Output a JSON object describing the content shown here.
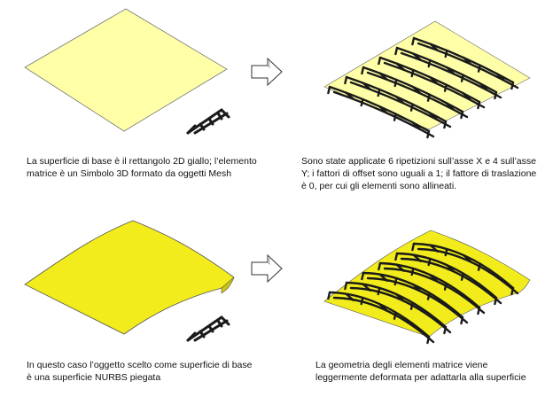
{
  "colors": {
    "flat_surface": "#ffffa8",
    "curved_surface": "#f2ec1c",
    "truss": "#1a1a1a",
    "arrow_stroke": "#333333"
  },
  "captions": {
    "top_left": [
      "La superficie di base è il rettangolo 2D giallo; l’elemento",
      "matrice è un Simbolo 3D formato da oggetti Mesh"
    ],
    "top_right": [
      "Sono state applicate 6 ripetizioni sull’asse X e 4 sull’asse",
      "Y; i fattori di offset sono uguali a 1; il fattore di traslazione",
      "è 0, per cui gli elementi sono allineati."
    ],
    "bottom_left": [
      "In questo caso l’oggetto scelto come superficie di base",
      "è una superficie NURBS piegata"
    ],
    "bottom_right": [
      "La geometria degli elementi matrice viene",
      "leggermente deformata per adattarla alla superficie"
    ]
  },
  "icons": [
    "flat-surface-image",
    "truss-icon",
    "right-arrow-icon",
    "truss-array-image",
    "curved-surface-image",
    "curved-truss-array-image"
  ]
}
